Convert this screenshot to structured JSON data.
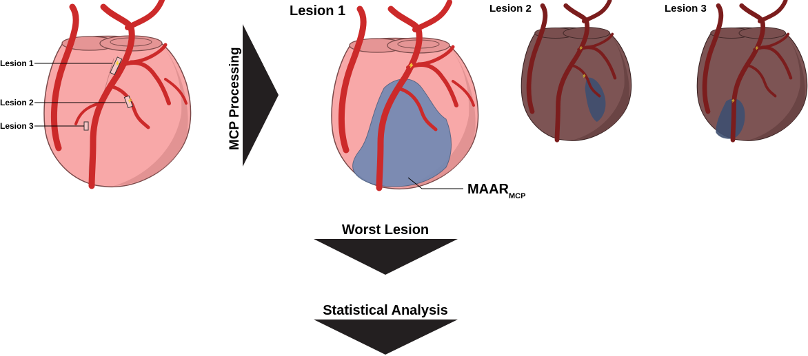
{
  "left_heart": {
    "lesion_labels": [
      "Lesion 1",
      "Lesion 2",
      "Lesion 3"
    ]
  },
  "process": {
    "label": "MCP Processing"
  },
  "results": {
    "lesion1_title": "Lesion 1",
    "lesion2_title": "Lesion 2",
    "lesion3_title": "Lesion 3",
    "maar_main": "MAAR",
    "maar_sub": "MCP"
  },
  "steps": {
    "worst": "Worst Lesion",
    "stats": "Statistical Analysis"
  },
  "colors": {
    "myocardium": "#f8a8a8",
    "myocardium_dark": "#e08c8c",
    "artery": "#cc2a2a",
    "maar": "#6f88b4",
    "arrow": "#231f20",
    "dim_overlay": "#5a2c2c"
  }
}
